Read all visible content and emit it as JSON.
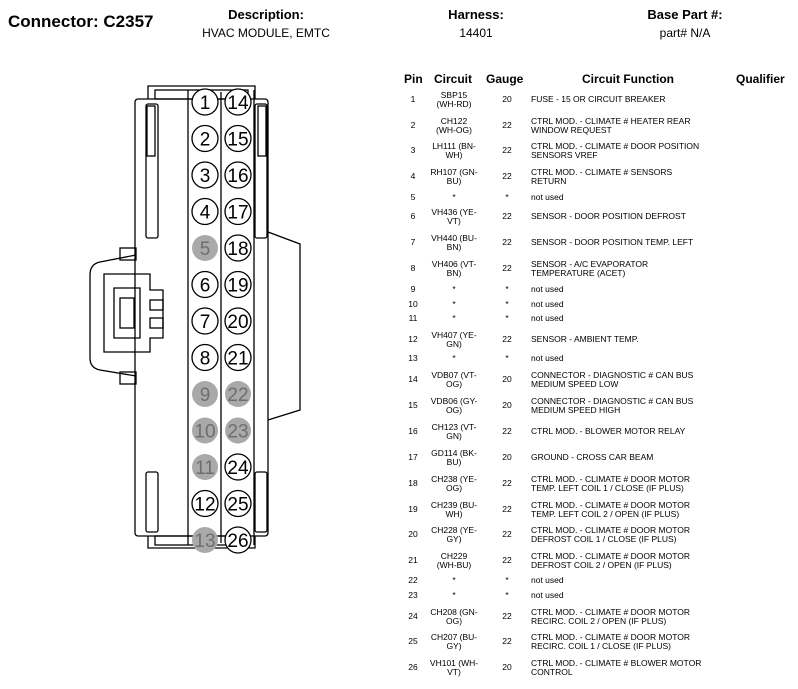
{
  "header": {
    "connector": "Connector: C2357",
    "description_label": "Description:",
    "description_value": "HVAC MODULE, EMTC",
    "harness_label": "Harness:",
    "harness_value": "14401",
    "base_part_label": "Base Part #:",
    "base_part_value": "part# N/A"
  },
  "table_headers": {
    "pin": "Pin",
    "circuit": "Circuit",
    "gauge": "Gauge",
    "function": "Circuit Function",
    "qualifier": "Qualifier"
  },
  "connector_pins": [
    {
      "num": "1",
      "used": true
    },
    {
      "num": "14",
      "used": true
    },
    {
      "num": "2",
      "used": true
    },
    {
      "num": "15",
      "used": true
    },
    {
      "num": "3",
      "used": true
    },
    {
      "num": "16",
      "used": true
    },
    {
      "num": "4",
      "used": true
    },
    {
      "num": "17",
      "used": true
    },
    {
      "num": "5",
      "used": false
    },
    {
      "num": "18",
      "used": true
    },
    {
      "num": "6",
      "used": true
    },
    {
      "num": "19",
      "used": true
    },
    {
      "num": "7",
      "used": true
    },
    {
      "num": "20",
      "used": true
    },
    {
      "num": "8",
      "used": true
    },
    {
      "num": "21",
      "used": true
    },
    {
      "num": "9",
      "used": false
    },
    {
      "num": "22",
      "used": false
    },
    {
      "num": "10",
      "used": false
    },
    {
      "num": "23",
      "used": false
    },
    {
      "num": "11",
      "used": false
    },
    {
      "num": "24",
      "used": true
    },
    {
      "num": "12",
      "used": true
    },
    {
      "num": "25",
      "used": true
    },
    {
      "num": "13",
      "used": false
    },
    {
      "num": "26",
      "used": true
    }
  ],
  "rows": [
    {
      "pin": "1",
      "circuit": [
        "SBP15",
        "(WH-RD)"
      ],
      "gauge": "20",
      "function": [
        "FUSE - 15 OR CIRCUIT BREAKER"
      ]
    },
    {
      "pin": "2",
      "circuit": [
        "CH122",
        "(WH-OG)"
      ],
      "gauge": "22",
      "function": [
        "CTRL MOD. - CLIMATE # HEATER REAR",
        "WINDOW REQUEST"
      ]
    },
    {
      "pin": "3",
      "circuit": [
        "LH111 (BN-",
        "WH)"
      ],
      "gauge": "22",
      "function": [
        "CTRL MOD. - CLIMATE # DOOR POSITION",
        "SENSORS VREF"
      ]
    },
    {
      "pin": "4",
      "circuit": [
        "RH107 (GN-",
        "BU)"
      ],
      "gauge": "22",
      "function": [
        "CTRL MOD. - CLIMATE # SENSORS",
        "RETURN"
      ]
    },
    {
      "pin": "5",
      "circuit": [
        "*"
      ],
      "gauge": "*",
      "function": [
        "not used"
      ]
    },
    {
      "pin": "6",
      "circuit": [
        "VH436 (YE-",
        "VT)"
      ],
      "gauge": "22",
      "function": [
        "SENSOR - DOOR POSITION DEFROST"
      ]
    },
    {
      "pin": "7",
      "circuit": [
        "VH440 (BU-",
        "BN)"
      ],
      "gauge": "22",
      "function": [
        "SENSOR - DOOR POSITION TEMP. LEFT"
      ]
    },
    {
      "pin": "8",
      "circuit": [
        "VH406 (VT-",
        "BN)"
      ],
      "gauge": "22",
      "function": [
        "SENSOR - A/C EVAPORATOR",
        "TEMPERATURE (ACET)"
      ]
    },
    {
      "pin": "9",
      "circuit": [
        "*"
      ],
      "gauge": "*",
      "function": [
        "not used"
      ]
    },
    {
      "pin": "10",
      "circuit": [
        "*"
      ],
      "gauge": "*",
      "function": [
        "not used"
      ]
    },
    {
      "pin": "11",
      "circuit": [
        "*"
      ],
      "gauge": "*",
      "function": [
        "not used"
      ]
    },
    {
      "pin": "12",
      "circuit": [
        "VH407 (YE-",
        "GN)"
      ],
      "gauge": "22",
      "function": [
        "SENSOR - AMBIENT TEMP."
      ]
    },
    {
      "pin": "13",
      "circuit": [
        "*"
      ],
      "gauge": "*",
      "function": [
        "not used"
      ]
    },
    {
      "pin": "14",
      "circuit": [
        "VDB07 (VT-",
        "OG)"
      ],
      "gauge": "20",
      "function": [
        "CONNECTOR - DIAGNOSTIC # CAN BUS",
        "MEDIUM SPEED LOW"
      ]
    },
    {
      "pin": "15",
      "circuit": [
        "VDB06 (GY-",
        "OG)"
      ],
      "gauge": "20",
      "function": [
        "CONNECTOR - DIAGNOSTIC # CAN BUS",
        "MEDIUM SPEED HIGH"
      ]
    },
    {
      "pin": "16",
      "circuit": [
        "CH123 (VT-",
        "GN)"
      ],
      "gauge": "22",
      "function": [
        "CTRL MOD. - BLOWER MOTOR RELAY"
      ]
    },
    {
      "pin": "17",
      "circuit": [
        "GD114 (BK-",
        "BU)"
      ],
      "gauge": "20",
      "function": [
        "GROUND - CROSS CAR BEAM"
      ]
    },
    {
      "pin": "18",
      "circuit": [
        "CH238 (YE-",
        "OG)"
      ],
      "gauge": "22",
      "function": [
        "CTRL MOD. - CLIMATE # DOOR MOTOR",
        "TEMP. LEFT COIL 1 / CLOSE (IF PLUS)"
      ]
    },
    {
      "pin": "19",
      "circuit": [
        "CH239 (BU-",
        "WH)"
      ],
      "gauge": "22",
      "function": [
        "CTRL MOD. - CLIMATE # DOOR MOTOR",
        "TEMP. LEFT COIL 2 / OPEN (IF PLUS)"
      ]
    },
    {
      "pin": "20",
      "circuit": [
        "CH228 (YE-",
        "GY)"
      ],
      "gauge": "22",
      "function": [
        "CTRL MOD. - CLIMATE # DOOR MOTOR",
        "DEFROST COIL 1 / CLOSE (IF PLUS)"
      ]
    },
    {
      "pin": "21",
      "circuit": [
        "CH229",
        "(WH-BU)"
      ],
      "gauge": "22",
      "function": [
        "CTRL MOD. - CLIMATE # DOOR MOTOR",
        "DEFROST COIL 2 / OPEN (IF PLUS)"
      ]
    },
    {
      "pin": "22",
      "circuit": [
        "*"
      ],
      "gauge": "*",
      "function": [
        "not used"
      ]
    },
    {
      "pin": "23",
      "circuit": [
        "*"
      ],
      "gauge": "*",
      "function": [
        "not used"
      ]
    },
    {
      "pin": "24",
      "circuit": [
        "CH208 (GN-",
        "OG)"
      ],
      "gauge": "22",
      "function": [
        "CTRL MOD. - CLIMATE # DOOR MOTOR",
        "RECIRC. COIL 2 / OPEN (IF PLUS)"
      ]
    },
    {
      "pin": "25",
      "circuit": [
        "CH207 (BU-",
        "GY)"
      ],
      "gauge": "22",
      "function": [
        "CTRL MOD. - CLIMATE # DOOR MOTOR",
        "RECIRC. COIL 1 / CLOSE (IF PLUS)"
      ]
    },
    {
      "pin": "26",
      "circuit": [
        "VH101 (WH-",
        "VT)"
      ],
      "gauge": "20",
      "function": [
        "CTRL MOD. - CLIMATE # BLOWER MOTOR",
        "CONTROL"
      ]
    }
  ],
  "colors": {
    "unused_pin_fill": "#a9a9a9",
    "line": "#000000"
  }
}
